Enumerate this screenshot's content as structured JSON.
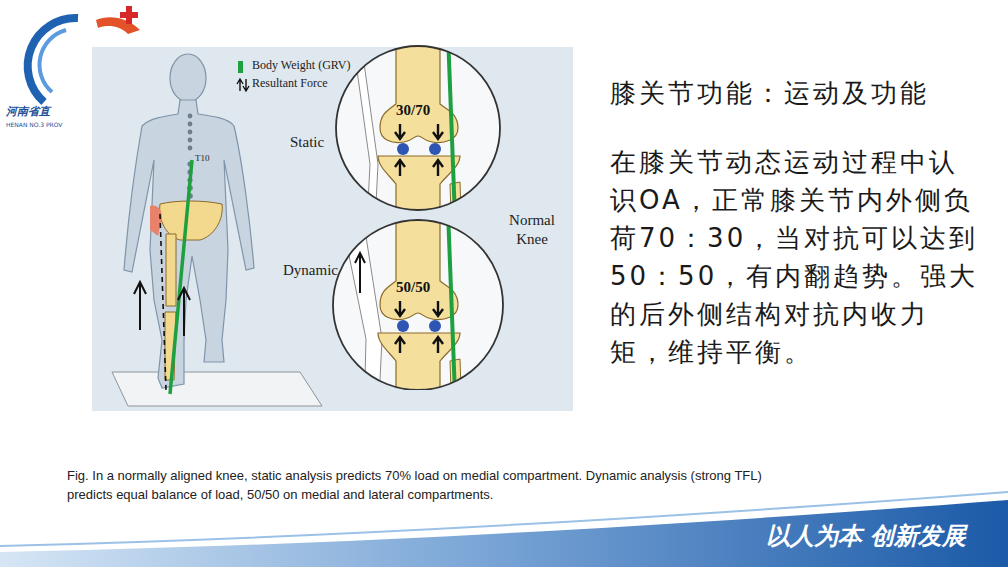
{
  "diagram": {
    "title": "膝关节功能：运动及功能",
    "caption": "Fig. In a normally aligned knee, static analysis predicts 70% load on medial compartment. Dynamic analysis (strong TFL) predicts equal balance of load, 50/50 on medial and lateral compartments.",
    "nodes": [
      {
        "text": [
          "Static",
          "30/70"
        ]
      },
      {
        "text": [
          "Dynamic",
          "50/50"
        ]
      }
    ],
    "labels": [
      "河南省直",
      "HENAN NO.3 PROV",
      "T10",
      "Normal Knee",
      "在膝关节动态运动过程中认识OA，正常膝关节内外侧负荷70：30，当对抗可以达到50：50，有内翻趋势。强大的后外侧结构对抗内收力矩，维持平衡。",
      "以人为本 创新发展"
    ],
    "legend": [
      {
        "text": "Body Weight (GRV)",
        "color": "#1fa040"
      },
      {
        "text": "Resultant Force"
      }
    ]
  }
}
